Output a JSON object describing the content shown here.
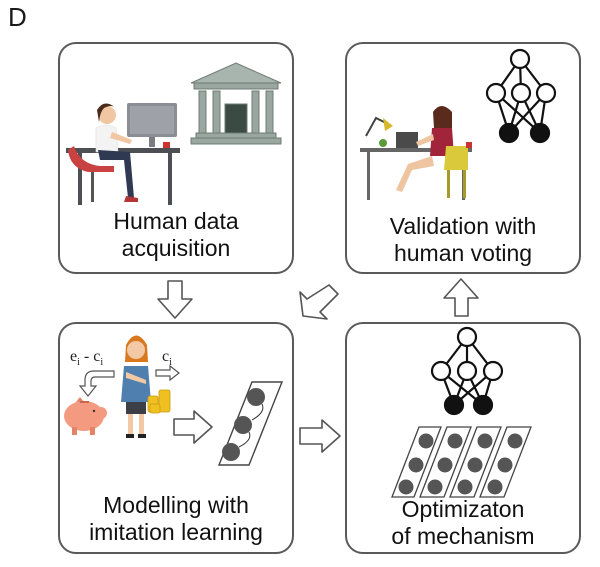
{
  "panel_letter": "D",
  "boxes": {
    "acquisition": {
      "line1": "Human data",
      "line2": "acquisition"
    },
    "validation": {
      "line1": "Validation with",
      "line2": "human voting"
    },
    "modelling": {
      "line1": "Modelling with",
      "line2": "imitation learning"
    },
    "optimization": {
      "line1": "Optimizaton",
      "line2": "of mechanism"
    }
  },
  "labels": {
    "e_base": "e",
    "e_sub": "i",
    "minus": " - ",
    "c_base": "c",
    "c_sub": "i"
  },
  "icons": {
    "woman_desk": "woman-at-computer-illustration",
    "bank": "bank-building-icon",
    "network": "neural-network-icon",
    "piggy": "piggy-bank-icon",
    "coins": "coin-stack-icon",
    "person": "woman-standing-illustration"
  }
}
